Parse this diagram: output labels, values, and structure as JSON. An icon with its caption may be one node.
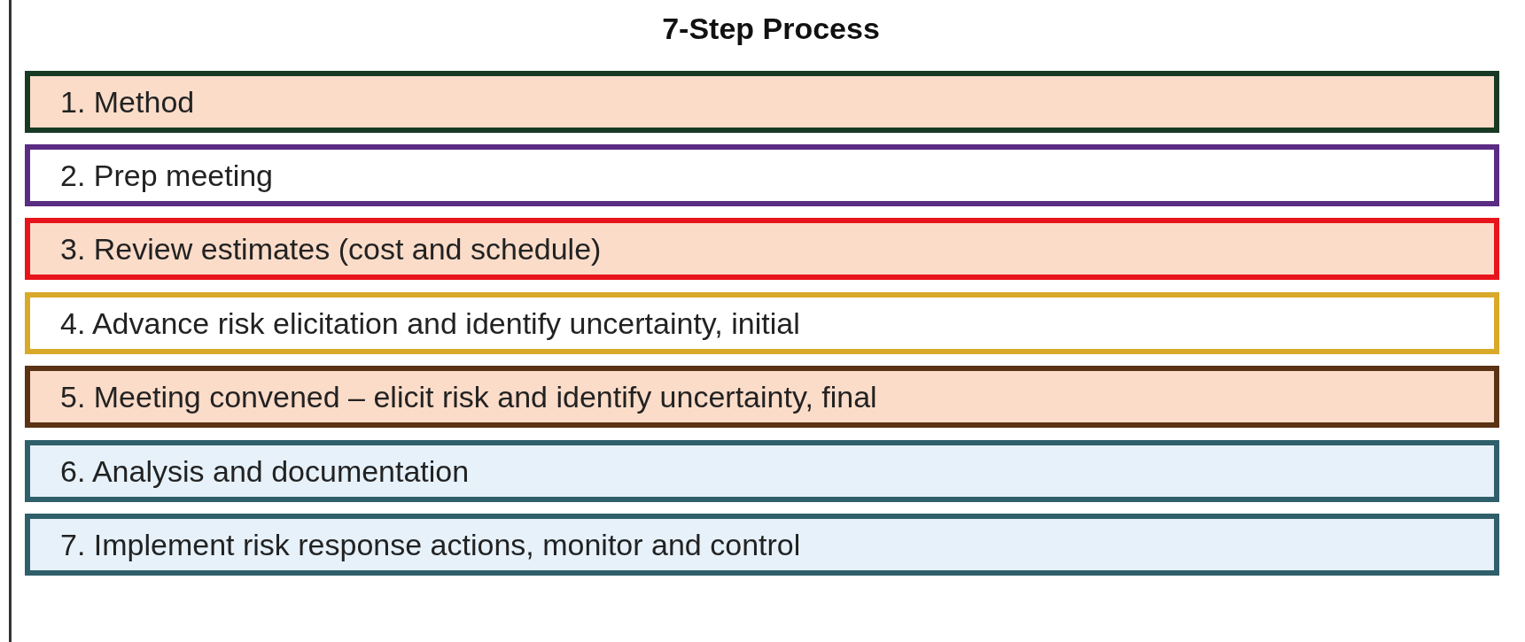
{
  "diagram": {
    "nodes": [
      {
        "text": [
          "7-Step Process"
        ]
      },
      {
        "text": [
          "1. Method"
        ],
        "in": 0
      },
      {
        "text": [
          "2. Prep meeting"
        ],
        "in": 0
      },
      {
        "text": [
          "3. Review estimates (cost and schedule)"
        ],
        "in": 0
      },
      {
        "text": [
          "4. Advance risk elicitation and identify uncertainty, initial"
        ],
        "in": 0
      },
      {
        "text": [
          "5. Meeting convened – elicit risk and identify uncertainty, final"
        ],
        "in": 0
      },
      {
        "text": [
          "6. Analysis and documentation"
        ],
        "in": 0
      },
      {
        "text": [
          "7. Implement risk response actions, monitor and control"
        ],
        "in": 0
      }
    ],
    "edges": []
  }
}
